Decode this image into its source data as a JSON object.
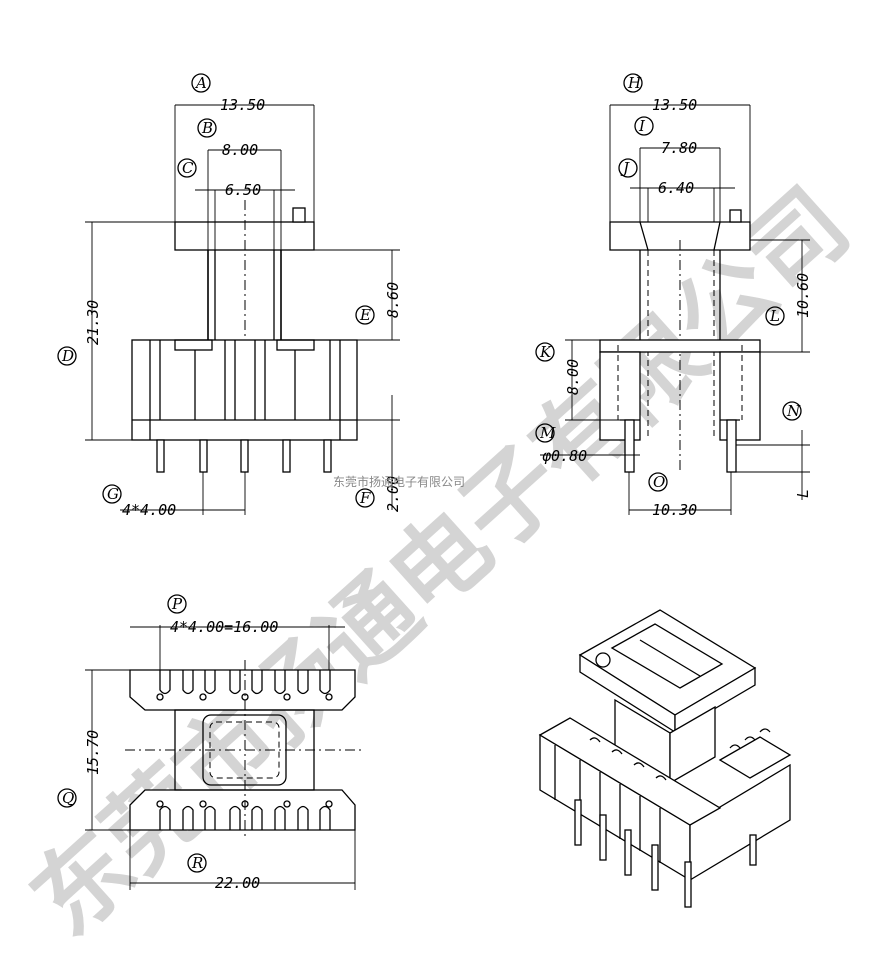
{
  "front_view": {
    "labels": {
      "A": "A",
      "B": "B",
      "C": "C",
      "D": "D",
      "E": "E",
      "F": "F",
      "G": "G"
    },
    "dims": {
      "A": "13.50",
      "B": "8.00",
      "C": "6.50",
      "D": "21.30",
      "E": "8.60",
      "F": "2.00",
      "G": "4*4.00"
    }
  },
  "side_view": {
    "labels": {
      "H": "H",
      "I": "I",
      "J": "J",
      "K": "K",
      "L": "L",
      "M": "M",
      "N": "N",
      "O": "O"
    },
    "dims": {
      "H": "13.50",
      "I": "7.80",
      "J": "6.40",
      "K": "8.00",
      "L": "10.60",
      "M": "φ0.80",
      "O": "10.30",
      "N": "L"
    }
  },
  "bottom_view": {
    "labels": {
      "P": "P",
      "Q": "Q",
      "R": "R"
    },
    "dims": {
      "P": "4*4.00=16.00",
      "Q": "15.70",
      "R": "22.00"
    }
  },
  "watermark": {
    "big": "东莞市扬通电子有限公司",
    "small": "东莞市扬通电子有限公司"
  }
}
